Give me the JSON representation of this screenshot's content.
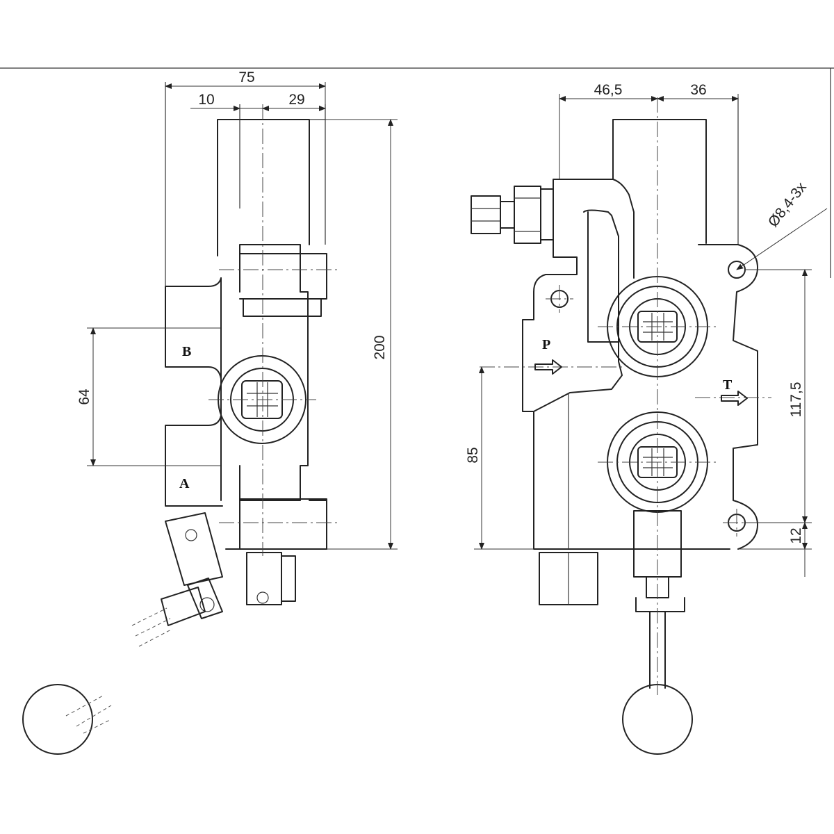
{
  "left_view": {
    "dims": {
      "overall_width": "75",
      "offset_left": "10",
      "offset_right": "29",
      "height": "200",
      "port_spacing": "64"
    },
    "ports": {
      "b": "B",
      "a": "A"
    }
  },
  "right_view": {
    "dims": {
      "width_left": "46,5",
      "width_right": "36",
      "mount_hole": "Ø8,4-3x",
      "mount_spacing": "117,5",
      "inlet_height": "85",
      "bottom_offset": "12"
    },
    "ports": {
      "p": "P",
      "t": "T"
    }
  }
}
